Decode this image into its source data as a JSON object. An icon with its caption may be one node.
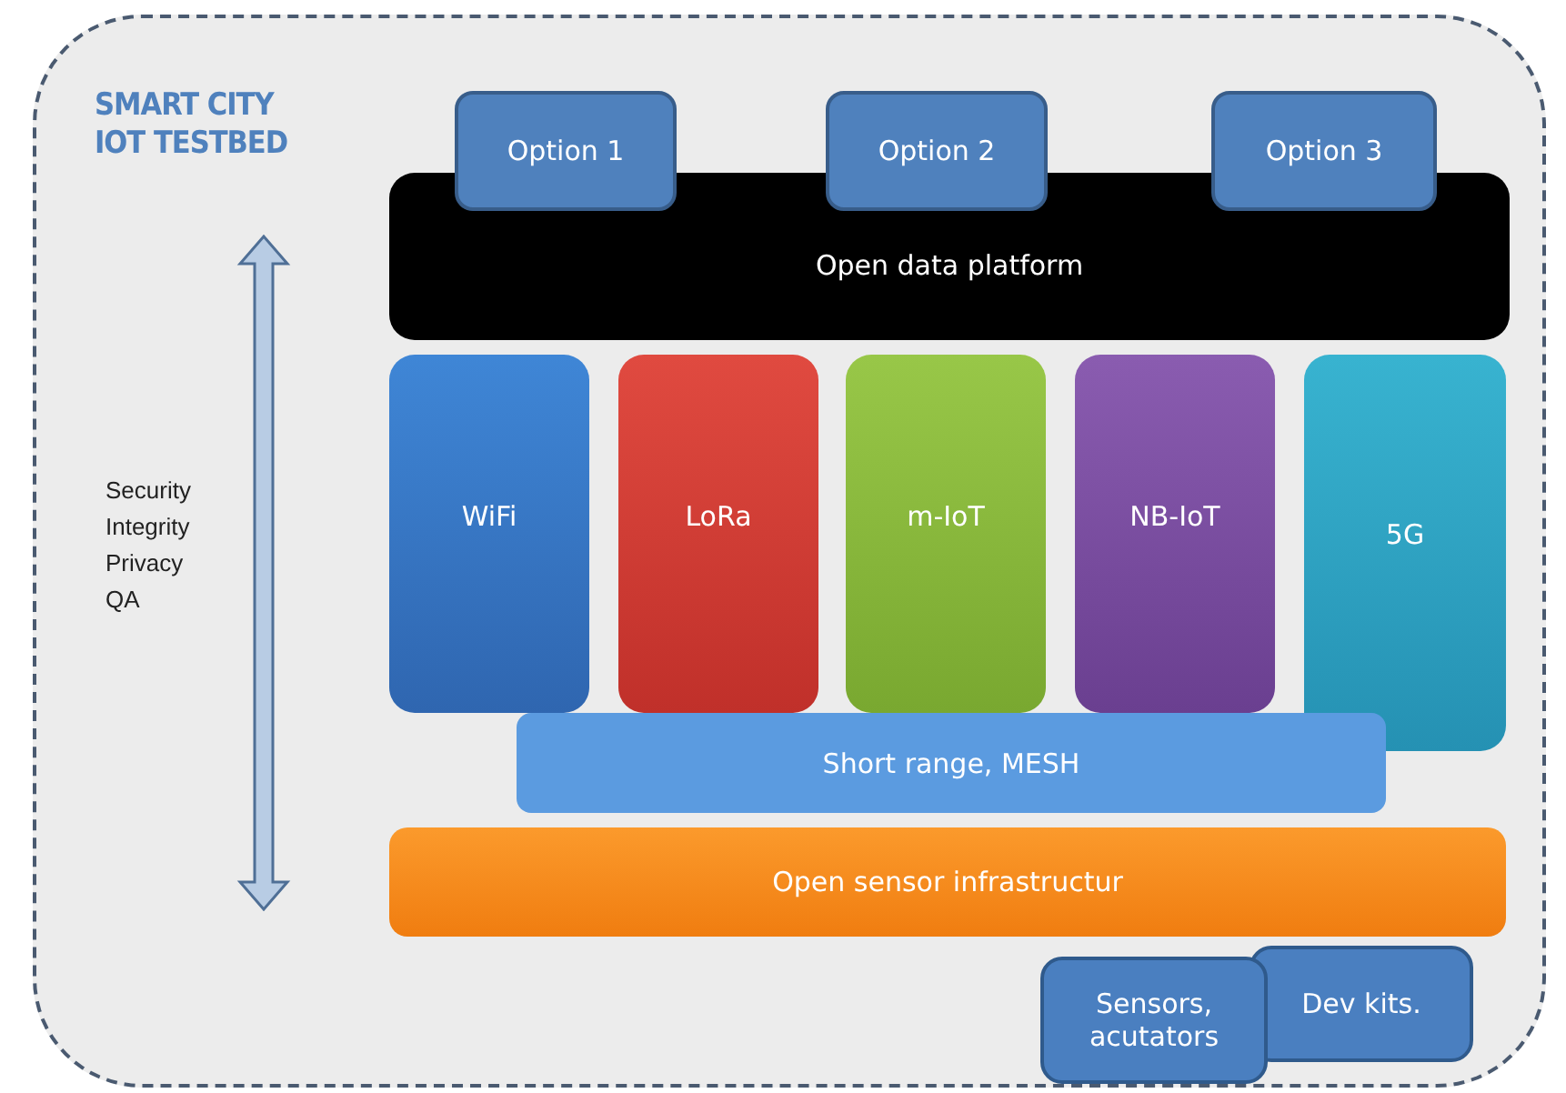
{
  "diagram": {
    "nodes": [
      {
        "text": [
          "SMART CITY IOT TESTBED"
        ]
      },
      {
        "text": [
          "Option 1"
        ],
        "in": 0
      },
      {
        "text": [
          "Option 2"
        ],
        "in": 0
      },
      {
        "text": [
          "Option 3"
        ],
        "in": 0
      },
      {
        "text": [
          "Open data platform"
        ],
        "in": 0
      },
      {
        "text": [
          "WiFi"
        ],
        "in": 0
      },
      {
        "text": [
          "LoRa"
        ],
        "in": 0
      },
      {
        "text": [
          "m-IoT"
        ],
        "in": 0
      },
      {
        "text": [
          "NB-IoT"
        ],
        "in": 0
      },
      {
        "text": [
          "5G"
        ],
        "in": 0
      },
      {
        "text": [
          "Short range, MESH"
        ],
        "in": 0
      },
      {
        "text": [
          "Open sensor infrastructur"
        ],
        "in": 0
      },
      {
        "text": [
          "Sensors, acutators"
        ],
        "in": 0
      },
      {
        "text": [
          "Dev kits."
        ],
        "in": 0
      }
    ],
    "labels": [
      "Security Integrity Privacy QA"
    ]
  }
}
